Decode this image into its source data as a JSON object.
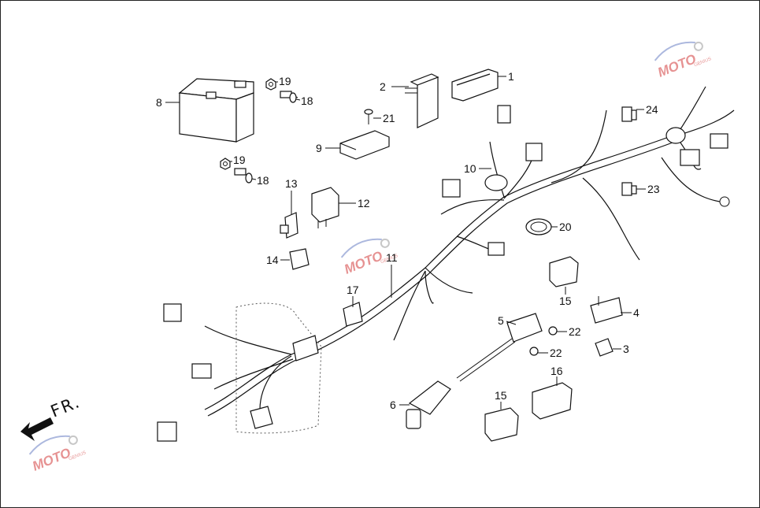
{
  "diagram": {
    "direction_label": "FR.",
    "watermark": {
      "text": "MOTO",
      "sub_text": "GENIUS"
    },
    "callouts": [
      {
        "id": "c1",
        "label": "1"
      },
      {
        "id": "c2",
        "label": "2"
      },
      {
        "id": "c3",
        "label": "3"
      },
      {
        "id": "c4",
        "label": "4"
      },
      {
        "id": "c5",
        "label": "5"
      },
      {
        "id": "c6",
        "label": "6"
      },
      {
        "id": "c8",
        "label": "8"
      },
      {
        "id": "c9",
        "label": "9"
      },
      {
        "id": "c10",
        "label": "10"
      },
      {
        "id": "c11",
        "label": "11"
      },
      {
        "id": "c12",
        "label": "12"
      },
      {
        "id": "c13",
        "label": "13"
      },
      {
        "id": "c14",
        "label": "14"
      },
      {
        "id": "c15a",
        "label": "15"
      },
      {
        "id": "c15b",
        "label": "15"
      },
      {
        "id": "c16",
        "label": "16"
      },
      {
        "id": "c17",
        "label": "17"
      },
      {
        "id": "c18a",
        "label": "18"
      },
      {
        "id": "c18b",
        "label": "18"
      },
      {
        "id": "c19a",
        "label": "19"
      },
      {
        "id": "c19b",
        "label": "19"
      },
      {
        "id": "c20",
        "label": "20"
      },
      {
        "id": "c21",
        "label": "21"
      },
      {
        "id": "c22a",
        "label": "22"
      },
      {
        "id": "c22b",
        "label": "22"
      },
      {
        "id": "c23",
        "label": "23"
      },
      {
        "id": "c24",
        "label": "24"
      }
    ],
    "colors": {
      "line": "#111111",
      "watermark_red": "#d23a3a",
      "watermark_blue": "#6a7fc4",
      "watermark_gray": "#9a9a9a"
    }
  }
}
